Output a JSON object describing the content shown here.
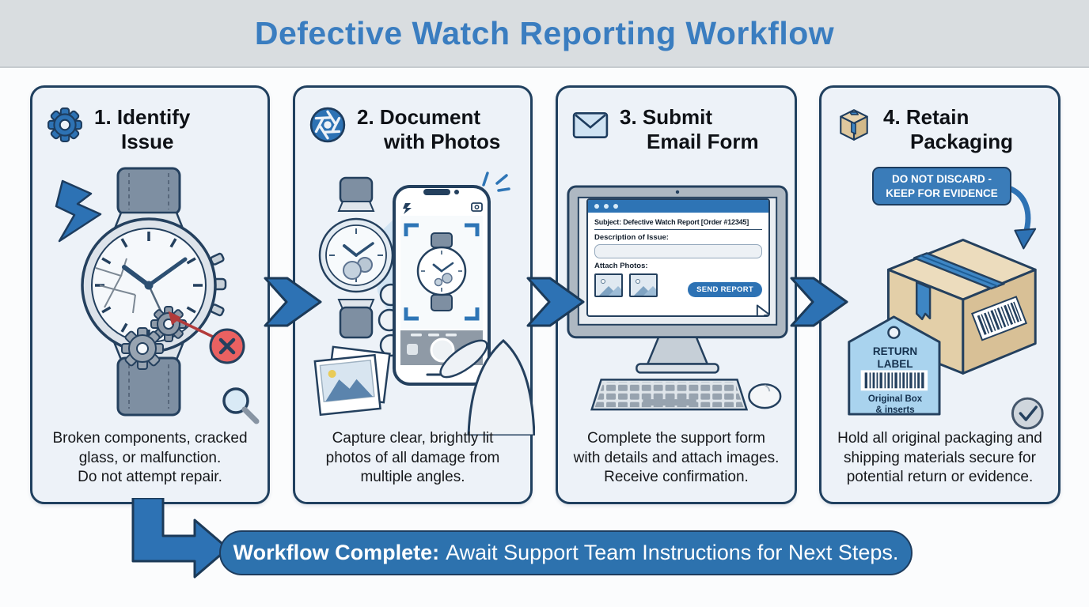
{
  "title": "Defective Watch Reporting Workflow",
  "steps": [
    {
      "title": "1. Identify\nIssue",
      "icon": "gear-icon",
      "description": "Broken components, cracked\nglass, or malfunction.\nDo not attempt repair."
    },
    {
      "title": "2. Document\nwith Photos",
      "icon": "camera-aperture-icon",
      "description": "Capture clear, brightly lit\nphotos of all damage from\nmultiple angles."
    },
    {
      "title": "3. Submit\nEmail Form",
      "icon": "envelope-icon",
      "description": "Complete the support form\nwith details and attach images.\nReceive confirmation."
    },
    {
      "title": "4. Retain\nPackaging",
      "icon": "package-icon",
      "description": "Hold all original packaging and\nshipping materials secure for\npotential return or evidence."
    }
  ],
  "email_form": {
    "subject": "Subject: Defective Watch Report [Order #12345]",
    "description_label": "Description of Issue:",
    "description_value": "",
    "attach_label": "Attach Photos:",
    "send_button": "SEND REPORT"
  },
  "packaging": {
    "warning_badge": "DO NOT DISCARD -\nKEEP FOR EVIDENCE",
    "tag_title": "RETURN\nLABEL",
    "tag_note": "Original Box\n& inserts"
  },
  "banner": {
    "bold": "Workflow Complete:",
    "rest": "Await Support Team Instructions for Next Steps."
  },
  "colors": {
    "accent_blue": "#2d72b4",
    "navy_border": "#1d3c5e",
    "title_blue": "#3a7dc0",
    "panel_bg": "#edf2f8",
    "header_band": "#d9dde0",
    "alert_red": "#e45c5c",
    "box_tan": "#e7d4b0",
    "tag_blue": "#a9d3ee"
  }
}
